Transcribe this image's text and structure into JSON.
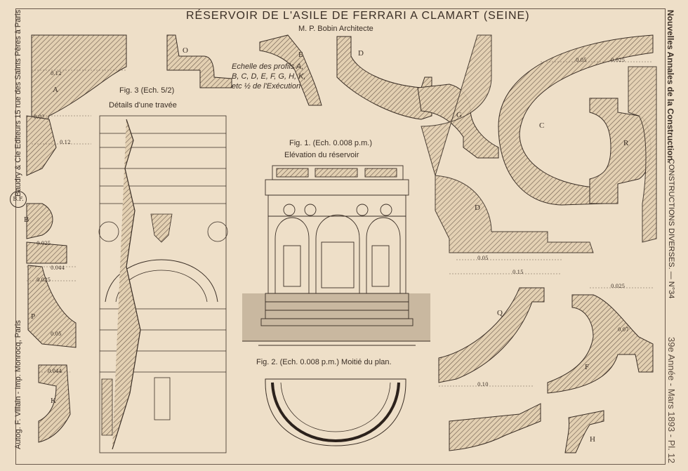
{
  "title": "RÉSERVOIR DE L'ASILE DE FERRARI A CLAMART (SEINE)",
  "architect": "M. P. Bobin Architecte",
  "scale_note": "Echelle des profils A, B, C, D, E, F, G, H, K, etc ½ de l'Exécution",
  "fig3": {
    "title": "Fig. 3 (Ech. 5/2)",
    "subtitle": "Détails d'une travée"
  },
  "fig1": {
    "title": "Fig. 1. (Ech. 0.008 p.m.)",
    "subtitle": "Elévation du réservoir"
  },
  "fig2": {
    "title": "Fig. 2. (Ech. 0.008 p.m.) Moitié du plan."
  },
  "profile_labels": [
    "A",
    "B",
    "P",
    "K",
    "O",
    "E",
    "D",
    "G",
    "C",
    "R",
    "D",
    "Q",
    "F",
    "H"
  ],
  "right_margin": {
    "journal": "Nouvelles Annales de la Construction.",
    "section": "CONSTRUCTIONS DIVERSES. — N°34",
    "issue": "39e Année - Mars 1893 - Pl. 12"
  },
  "left_margin": {
    "publisher": "Baudry & Cie Editeurs 15 rue des Saints Pères à Paris",
    "printer": "Autog. F. Villain - Imp. Monrocq, Paris"
  },
  "stamp": "B.F.",
  "dimensions": [
    "0.12",
    "0.02",
    "0.12",
    "0.025",
    "0.044",
    "0.025",
    "0.05",
    "0.044",
    "0.05",
    "0.025",
    "0.15",
    "0.05",
    "0.025",
    "0.10",
    "0.07"
  ]
}
